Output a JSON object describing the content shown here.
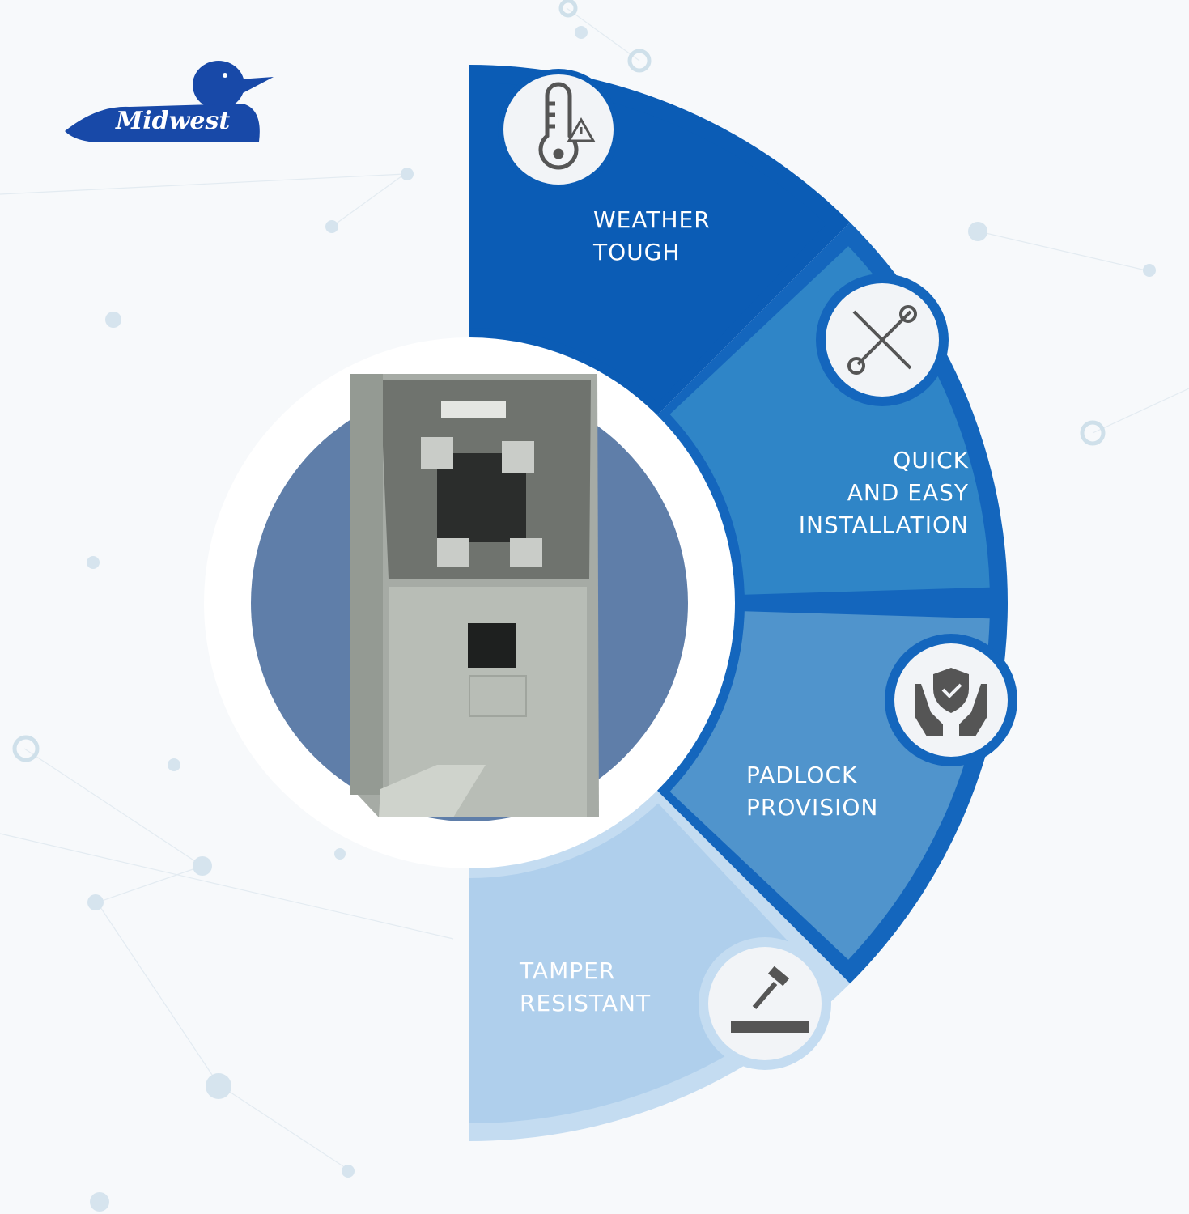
{
  "brand": {
    "name": "Midwest",
    "registered": "®"
  },
  "features": [
    {
      "label_lines": [
        "WEATHER",
        "TOUGH"
      ],
      "icon": "thermometer-warning-icon"
    },
    {
      "label_lines": [
        "QUICK",
        "AND EASY",
        "INSTALLATION"
      ],
      "icon": "screwdriver-wrench-icon"
    },
    {
      "label_lines": [
        "PADLOCK",
        "PROVISION"
      ],
      "icon": "hands-shield-icon"
    },
    {
      "label_lines": [
        "TAMPER",
        "RESISTANT"
      ],
      "icon": "hammer-surface-icon"
    }
  ],
  "colors": {
    "segment1": "#0b5cb5",
    "segment2": "#2f85c7",
    "segment3": "#5094cc",
    "segment4": "#afcfec",
    "band": "#1466bd",
    "inner_circle": "#5f7ea9"
  }
}
